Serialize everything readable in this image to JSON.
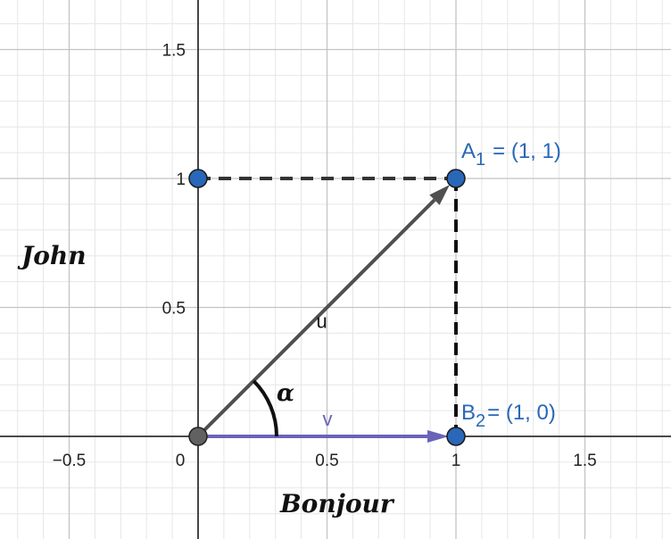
{
  "x_ticks": [
    "−0.5",
    "0",
    "0.5",
    "1",
    "1.5"
  ],
  "y_ticks": [
    "0.5",
    "1",
    "1.5"
  ],
  "axis_labels": {
    "x": "Bonjour",
    "y": "John"
  },
  "points": [
    {
      "name": "A",
      "subscript": "1",
      "coords": "= (1, 1)",
      "x": 1,
      "y": 1
    },
    {
      "name": "B",
      "subscript": "2",
      "coords": "= (1, 0)",
      "x": 1,
      "y": 0
    }
  ],
  "vectors": {
    "u": {
      "label": "u",
      "from": [
        0,
        0
      ],
      "to": [
        1,
        1
      ]
    },
    "v": {
      "label": "v",
      "from": [
        0,
        0
      ],
      "to": [
        1,
        0
      ]
    }
  },
  "angle": {
    "label": "α"
  },
  "colors": {
    "point": "#2a67b8",
    "point_label": "#2a67b8",
    "vector_u": "#505050",
    "vector_v": "#6a64b8",
    "dashed": "#333333",
    "origin": "#616161",
    "grid_major": "#c4c4c4",
    "grid_minor": "#e6e6e6"
  }
}
